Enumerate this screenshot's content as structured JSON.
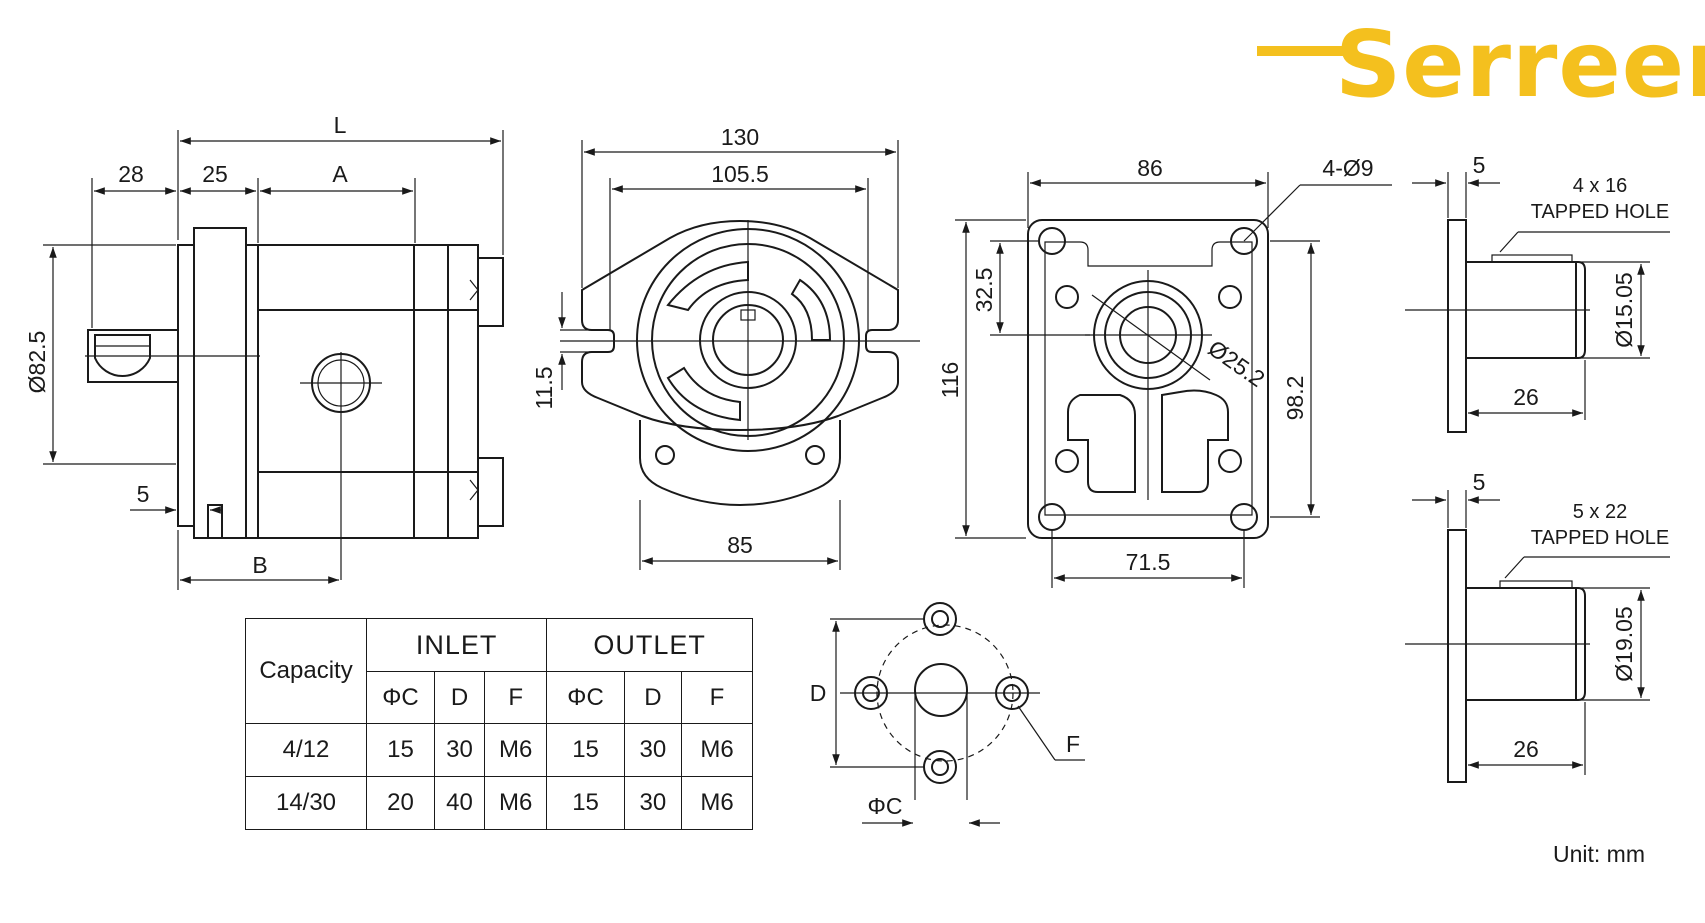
{
  "brand": {
    "name": "Serreen",
    "color": "#f4c01e"
  },
  "side_view": {
    "dim_L": "L",
    "dim_28": "28",
    "dim_25": "25",
    "dim_A": "A",
    "dim_dia82": "Ø82.5",
    "dim_5": "5",
    "dim_B": "B"
  },
  "front_view": {
    "dim_130": "130",
    "dim_105": "105.5",
    "dim_11": "11.5",
    "dim_85": "85"
  },
  "rear_view": {
    "dim_86": "86",
    "dim_4holes": "4-Ø9",
    "dim_32": "32.5",
    "dim_116": "116",
    "dim_dia25": "Ø25.2",
    "dim_98": "98.2",
    "dim_71": "71.5"
  },
  "port_small": {
    "dim_5": "5",
    "hole_size": "4 x 16",
    "hole_label": "TAPPED HOLE",
    "dim_dia": "Ø15.05",
    "dim_26": "26"
  },
  "port_large": {
    "dim_5": "5",
    "hole_size": "5 x 22",
    "hole_label": "TAPPED HOLE",
    "dim_dia": "Ø19.05",
    "dim_26": "26"
  },
  "flange": {
    "dim_D": "D",
    "dim_F": "F",
    "dim_C": "ΦC"
  },
  "table": {
    "capacity_header": "Capacity",
    "inlet_header": "INLET",
    "outlet_header": "OUTLET",
    "sub_headers": [
      "ΦC",
      "D",
      "F",
      "ΦC",
      "D",
      "F"
    ],
    "rows": [
      {
        "capacity": "4/12",
        "values": [
          "15",
          "30",
          "M6",
          "15",
          "30",
          "M6"
        ]
      },
      {
        "capacity": "14/30",
        "values": [
          "20",
          "40",
          "M6",
          "15",
          "30",
          "M6"
        ]
      }
    ]
  },
  "unit_note": "Unit: mm"
}
